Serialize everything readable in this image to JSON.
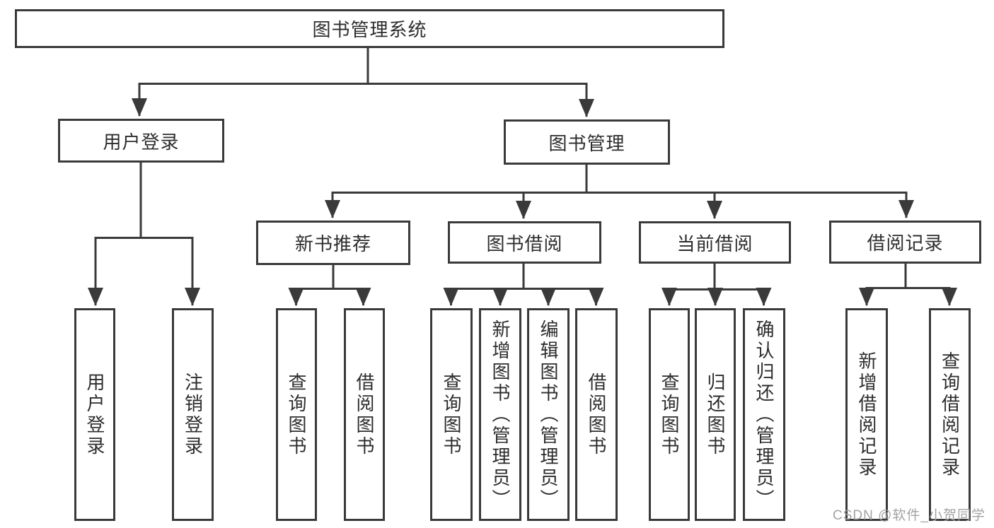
{
  "colors": {
    "line": "#3a3a3a",
    "box_border": "#3a3a3a",
    "box_background": "#ffffff",
    "text": "#2d2d2d",
    "watermark_text": "#a3a3a3",
    "page_background": "#ffffff"
  },
  "nodes": {
    "root": "图书管理系统",
    "user_login": "用户登录",
    "book_management": "图书管理",
    "new_book_recommend": "新书推荐",
    "book_borrow": "图书借阅",
    "current_borrow": "当前借阅",
    "borrow_records": "借阅记录"
  },
  "leaves": {
    "user_login": [
      "用户登录",
      "注销登录"
    ],
    "new_book_recommend": [
      "查询图书",
      "借阅图书"
    ],
    "book_borrow": [
      "查询图书",
      "新增图书（管理员）",
      "编辑图书（管理员）",
      "借阅图书"
    ],
    "current_borrow": [
      "查询图书",
      "归还图书",
      "确认归还（管理员）"
    ],
    "borrow_records": [
      "新增借阅记录",
      "查询借阅记录"
    ]
  },
  "watermark": "CSDN @软件_小贺同学"
}
